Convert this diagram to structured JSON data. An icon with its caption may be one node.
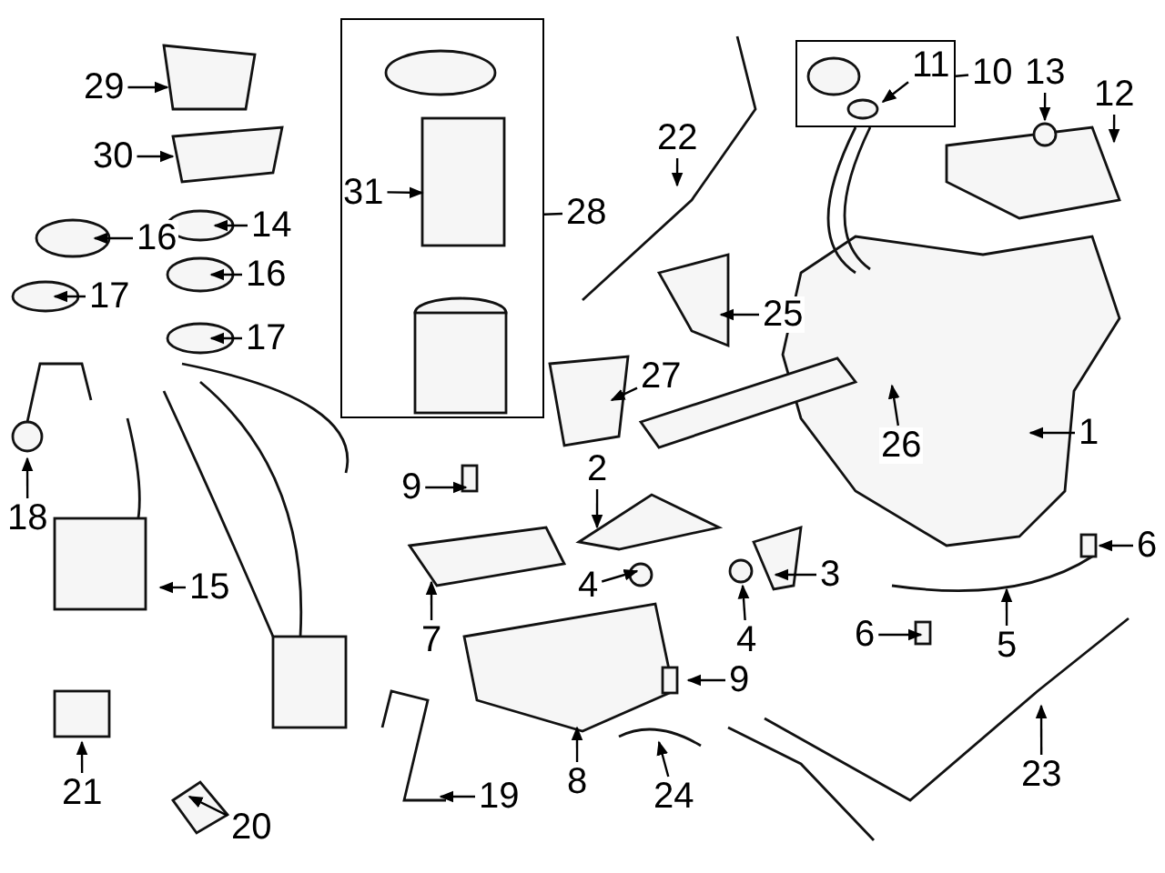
{
  "diagram": {
    "nodes": [
      {
        "text": [],
        "shape": "box"
      },
      {
        "text": [
          "31"
        ],
        "in": 0
      },
      {
        "text": [
          "28"
        ]
      },
      {
        "text": [],
        "shape": "box"
      },
      {
        "text": [
          "11"
        ],
        "in": 3
      },
      {
        "text": [
          "10"
        ]
      },
      {
        "text": [
          "29"
        ]
      },
      {
        "text": [
          "30"
        ]
      },
      {
        "text": [
          "22"
        ]
      },
      {
        "text": [
          "13"
        ]
      },
      {
        "text": [
          "12"
        ]
      },
      {
        "text": [
          "14"
        ]
      },
      {
        "text": [
          "16"
        ]
      },
      {
        "text": [
          "16"
        ]
      },
      {
        "text": [
          "17"
        ]
      },
      {
        "text": [
          "17"
        ]
      },
      {
        "text": [
          "25"
        ]
      },
      {
        "text": [
          "27"
        ]
      },
      {
        "text": [
          "1"
        ]
      },
      {
        "text": [
          "26"
        ]
      },
      {
        "text": [
          "9"
        ]
      },
      {
        "text": [
          "2"
        ]
      },
      {
        "text": [
          "18"
        ]
      },
      {
        "text": [
          "6"
        ]
      },
      {
        "text": [
          "15"
        ]
      },
      {
        "text": [
          "4"
        ]
      },
      {
        "text": [
          "3"
        ]
      },
      {
        "text": [
          "7"
        ]
      },
      {
        "text": [
          "5"
        ]
      },
      {
        "text": [
          "6"
        ]
      },
      {
        "text": [
          "4"
        ]
      },
      {
        "text": [
          "9"
        ]
      },
      {
        "text": [
          "21"
        ]
      },
      {
        "text": [
          "19"
        ]
      },
      {
        "text": [
          "24"
        ]
      },
      {
        "text": [
          "23"
        ]
      },
      {
        "text": [
          "8"
        ]
      },
      {
        "text": [
          "20"
        ]
      }
    ],
    "edges": [
      {
        "from": 2,
        "to": 0,
        "arrow": "none"
      },
      {
        "from": 5,
        "to": 3,
        "arrow": "none"
      },
      {
        "from": 1,
        "to": null,
        "arrow": "to"
      },
      {
        "from": 4,
        "to": null,
        "arrow": "to"
      },
      {
        "from": 6,
        "to": null,
        "arrow": "to"
      },
      {
        "from": 7,
        "to": null,
        "arrow": "to"
      },
      {
        "from": 8,
        "to": null,
        "arrow": "to"
      },
      {
        "from": 9,
        "to": null,
        "arrow": "to"
      },
      {
        "from": 10,
        "to": null,
        "arrow": "to"
      },
      {
        "from": 11,
        "to": null,
        "arrow": "to"
      },
      {
        "from": 12,
        "to": null,
        "arrow": "to"
      },
      {
        "from": 13,
        "to": null,
        "arrow": "to"
      },
      {
        "from": 14,
        "to": null,
        "arrow": "to"
      },
      {
        "from": 15,
        "to": null,
        "arrow": "to"
      },
      {
        "from": 16,
        "to": null,
        "arrow": "to"
      },
      {
        "from": 17,
        "to": null,
        "arrow": "to"
      },
      {
        "from": 18,
        "to": null,
        "arrow": "to"
      },
      {
        "from": 19,
        "to": null,
        "arrow": "to"
      },
      {
        "from": 20,
        "to": null,
        "arrow": "to"
      },
      {
        "from": 21,
        "to": null,
        "arrow": "to"
      },
      {
        "from": 22,
        "to": null,
        "arrow": "to"
      },
      {
        "from": 23,
        "to": null,
        "arrow": "to"
      },
      {
        "from": 24,
        "to": null,
        "arrow": "to"
      },
      {
        "from": 25,
        "to": null,
        "arrow": "to"
      },
      {
        "from": 26,
        "to": null,
        "arrow": "to"
      },
      {
        "from": 27,
        "to": null,
        "arrow": "to"
      },
      {
        "from": 28,
        "to": null,
        "arrow": "to"
      },
      {
        "from": 29,
        "to": null,
        "arrow": "to"
      },
      {
        "from": 30,
        "to": null,
        "arrow": "to"
      },
      {
        "from": 31,
        "to": null,
        "arrow": "to"
      },
      {
        "from": 32,
        "to": null,
        "arrow": "to"
      },
      {
        "from": 33,
        "to": null,
        "arrow": "to"
      },
      {
        "from": 34,
        "to": null,
        "arrow": "to"
      },
      {
        "from": 35,
        "to": null,
        "arrow": "to"
      },
      {
        "from": 36,
        "to": null,
        "arrow": "to"
      },
      {
        "from": 37,
        "to": null,
        "arrow": "to"
      }
    ]
  }
}
